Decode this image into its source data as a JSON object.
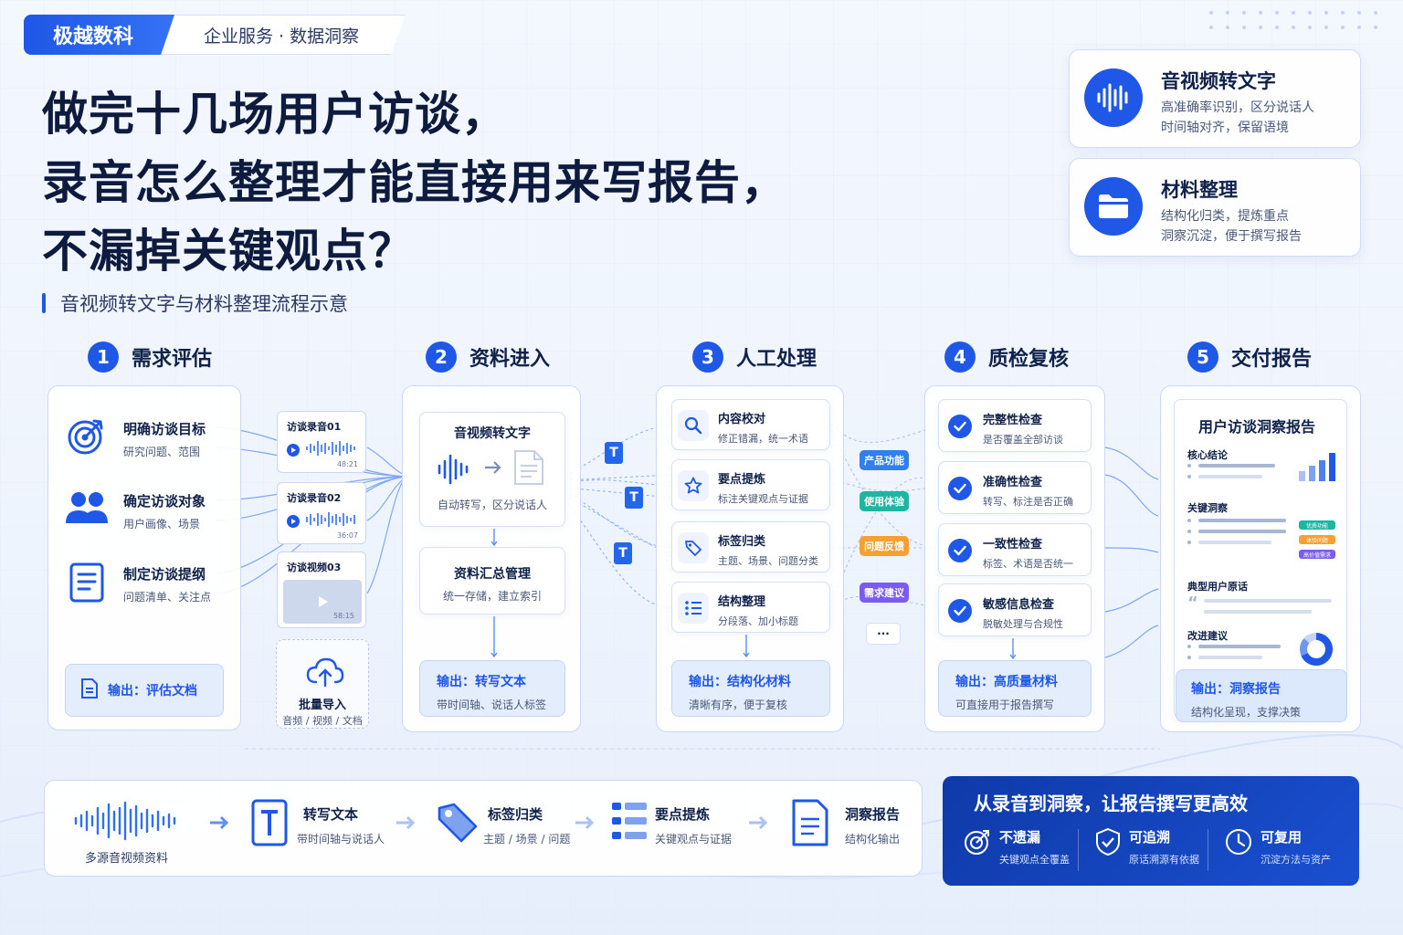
{
  "header": {
    "brand": "极越数科",
    "tagline": "企业服务 · 数据洞察"
  },
  "title": {
    "line1": "做完十几场用户访谈，",
    "line2": "录音怎么整理才能直接用来写报告，",
    "line3": "不漏掉关键观点？"
  },
  "subtitle": "音视频转文字与材料整理流程示意",
  "feature_cards": [
    {
      "icon": "waveform-icon",
      "title": "音视频转文字",
      "desc1": "高准确率识别，区分说话人",
      "desc2": "时间轴对齐，保留语境"
    },
    {
      "icon": "folder-icon",
      "title": "材料整理",
      "desc1": "结构化归类，提炼重点",
      "desc2": "洞察沉淀，便于撰写报告"
    }
  ],
  "stages": [
    {
      "num": "1",
      "label": "需求评估"
    },
    {
      "num": "2",
      "label": "资料进入"
    },
    {
      "num": "3",
      "label": "人工处理"
    },
    {
      "num": "4",
      "label": "质检复核"
    },
    {
      "num": "5",
      "label": "交付报告"
    }
  ],
  "stage1": {
    "items": [
      {
        "icon": "target-icon",
        "title": "明确访谈目标",
        "desc": "研究问题、范围"
      },
      {
        "icon": "users-icon",
        "title": "确定访谈对象",
        "desc": "用户画像、场景"
      },
      {
        "icon": "outline-doc-icon",
        "title": "制定访谈提纲",
        "desc": "问题清单、关注点"
      }
    ],
    "output": "输出：评估文档"
  },
  "files": [
    {
      "name": "访谈录音01",
      "duration": "48:21"
    },
    {
      "name": "访谈录音02",
      "duration": "36:07"
    },
    {
      "name": "访谈视频03",
      "duration": "58:15"
    }
  ],
  "batch": {
    "title": "批量导入",
    "desc": "音频 / 视频 / 文档"
  },
  "stage2": {
    "box1": {
      "title": "音视频转文字",
      "desc": "自动转写，区分说话人"
    },
    "box2": {
      "title": "资料汇总管理",
      "desc": "统一存储，建立索引"
    },
    "output": {
      "title": "输出：转写文本",
      "desc": "带时间轴、说话人标签"
    }
  },
  "doc_letter": "T",
  "stage3": {
    "items": [
      {
        "icon": "search-icon",
        "title": "内容校对",
        "desc": "修正错漏，统一术语"
      },
      {
        "icon": "star-icon",
        "title": "要点提炼",
        "desc": "标注关键观点与证据"
      },
      {
        "icon": "tag-icon",
        "title": "标签归类",
        "desc": "主题、场景、问题分类"
      },
      {
        "icon": "list-icon",
        "title": "结构整理",
        "desc": "分段落、加小标题"
      }
    ],
    "output": {
      "title": "输出：结构化材料",
      "desc": "清晰有序，便于复核"
    }
  },
  "pills": [
    {
      "label": "产品功能",
      "color": "#2f80ed"
    },
    {
      "label": "使用体验",
      "color": "#1fb5a3"
    },
    {
      "label": "问题反馈",
      "color": "#f5a031"
    },
    {
      "label": "需求建议",
      "color": "#7b5cf0"
    }
  ],
  "pills_more": "···",
  "stage4": {
    "items": [
      {
        "title": "完整性检查",
        "desc": "是否覆盖全部访谈"
      },
      {
        "title": "准确性检查",
        "desc": "转写、标注是否正确"
      },
      {
        "title": "一致性检查",
        "desc": "标签、术语是否统一"
      },
      {
        "title": "敏感信息检查",
        "desc": "脱敏处理与合规性"
      }
    ],
    "output": {
      "title": "输出：高质量材料",
      "desc": "可直接用于报告撰写"
    }
  },
  "report": {
    "title": "用户访谈洞察报告",
    "sections": [
      "核心结论",
      "关键洞察",
      "典型用户原话",
      "改进建议"
    ],
    "tags": [
      {
        "label": "优质功能",
        "color": "#1fb5a3"
      },
      {
        "label": "体验问题",
        "color": "#f5a031"
      },
      {
        "label": "高价值需求",
        "color": "#7b5cf0"
      }
    ],
    "output": {
      "title": "输出：洞察报告",
      "desc": "结构化呈现，支撑决策"
    }
  },
  "bottom_flow": [
    {
      "icon": "waveform-icon",
      "title": "",
      "desc": "多源音视频资料"
    },
    {
      "icon": "text-doc-icon",
      "title": "转写文本",
      "desc": "带时间轴与说话人"
    },
    {
      "icon": "tag-icon",
      "title": "标签归类",
      "desc": "主题 / 场景 / 问题"
    },
    {
      "icon": "list-icon",
      "title": "要点提炼",
      "desc": "关键观点与证据"
    },
    {
      "icon": "report-icon",
      "title": "洞察报告",
      "desc": "结构化输出"
    }
  ],
  "summary": {
    "title": "从录音到洞察，让报告撰写更高效",
    "items": [
      {
        "icon": "target-icon",
        "title": "不遗漏",
        "desc": "关键观点全覆盖"
      },
      {
        "icon": "shield-check-icon",
        "title": "可追溯",
        "desc": "原话溯源有依据"
      },
      {
        "icon": "clock-icon",
        "title": "可复用",
        "desc": "沉淀方法与资产"
      }
    ]
  },
  "colors": {
    "primary": "#1f57e6",
    "dark_panel": "#0f3aa8",
    "text": "#10214a",
    "bg": "#f3f7fe"
  }
}
